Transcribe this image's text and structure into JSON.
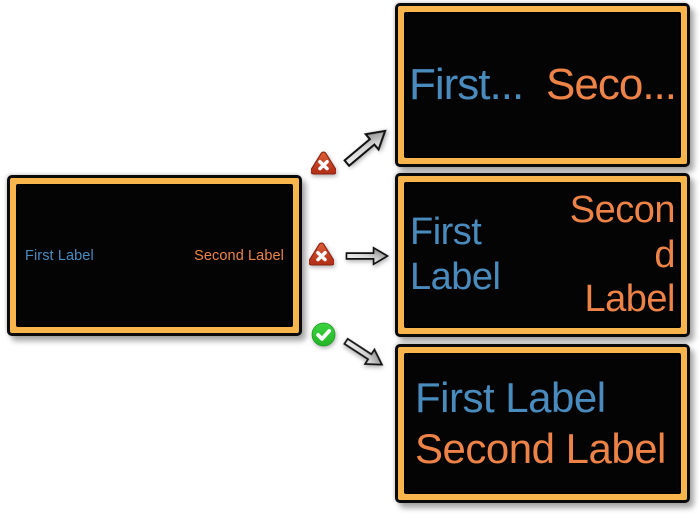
{
  "colors": {
    "first_label_text": "#4A8BBE",
    "second_label_text": "#EE8347",
    "frame_border": "#F7B54C",
    "frame_fill": "#040404",
    "error_badge": "#C8402A",
    "success_badge": "#2EC62F",
    "page_background": "#ffffff"
  },
  "source_box": {
    "first_label": "First Label",
    "second_label": "Second Label"
  },
  "result_boxes": {
    "truncated": {
      "first_label": "First...",
      "second_label": "Seco...",
      "verdict": "rejected"
    },
    "wrapped": {
      "first_label_lines": [
        "First",
        "Label"
      ],
      "second_label_lines": [
        "Secon",
        "d",
        "Label"
      ],
      "verdict": "rejected"
    },
    "stacked": {
      "first_label": "First Label",
      "second_label": "Second Label",
      "verdict": "accepted"
    }
  },
  "badges": {
    "error_symbol": "x",
    "success_symbol": "check"
  }
}
